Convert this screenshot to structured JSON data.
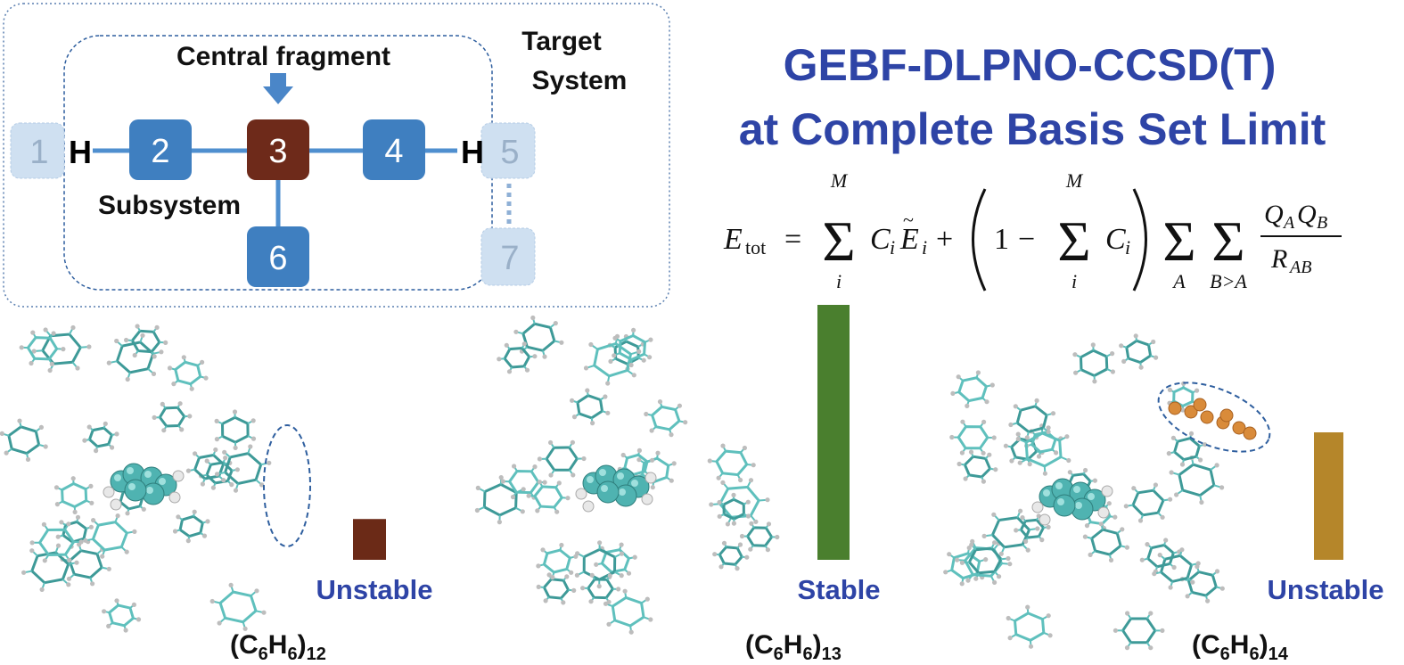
{
  "scheme": {
    "central_label": "Central fragment",
    "target_label_line1": "Target",
    "target_label_line2": "System",
    "subsystem_label": "Subsystem",
    "cap_left": "H",
    "cap_right": "H",
    "fragments": [
      {
        "label": "1",
        "role": "outside"
      },
      {
        "label": "2",
        "role": "subsystem"
      },
      {
        "label": "3",
        "role": "central"
      },
      {
        "label": "4",
        "role": "subsystem"
      },
      {
        "label": "5",
        "role": "outside"
      },
      {
        "label": "6",
        "role": "subsystem"
      },
      {
        "label": "7",
        "role": "outside"
      }
    ],
    "colors": {
      "subsystem": "#3f7fc0",
      "central": "#6e2a1a",
      "outside": "#cfe0f1",
      "outside_text": "#9ab0c8",
      "bond": "#4f8fcf",
      "dash": "#2f5f9f",
      "arrow": "#4a86c8"
    }
  },
  "title": {
    "line1": "GEBF-DLPNO-CCSD(T)",
    "line2": "at Complete Basis Set Limit",
    "color": "#2e44a6"
  },
  "equation": {
    "lhs_symbol": "E",
    "lhs_subscript": "tot",
    "sum_upper": "M",
    "sum_lower": "i",
    "coef": "C",
    "coef_index": "i",
    "energy": "E",
    "energy_index": "i",
    "one": "1",
    "double_sum_lower_1": "A",
    "double_sum_lower_2": "B>A",
    "numerator": "Q",
    "numerator_idx_1": "A",
    "numerator_idx_2": "B",
    "denominator": "R",
    "denominator_idx": "AB"
  },
  "clusters": [
    {
      "label_base": "(C",
      "sub1": "6",
      "mid": "H",
      "sub2": "6",
      "close": ")",
      "n": "12",
      "status": "Unstable",
      "relative_stability": 0.16,
      "bar_color": "#6b2a17"
    },
    {
      "label_base": "(C",
      "sub1": "6",
      "mid": "H",
      "sub2": "6",
      "close": ")",
      "n": "13",
      "status": "Stable",
      "relative_stability": 1.0,
      "bar_color": "#4a7f2e"
    },
    {
      "label_base": "(C",
      "sub1": "6",
      "mid": "H",
      "sub2": "6",
      "close": ")",
      "n": "14",
      "status": "Unstable",
      "relative_stability": 0.5,
      "bar_color": "#b5862a"
    }
  ],
  "structure_colors": {
    "stick": "#5fc0bd",
    "stick_dark": "#3e9a98",
    "hydrogen": "#e8e8e8",
    "ball": "#4fb3b1",
    "ball_highlight": "#9fe0dd",
    "orange_ball": "#d98b3a",
    "status_text": "#2e44a6"
  }
}
